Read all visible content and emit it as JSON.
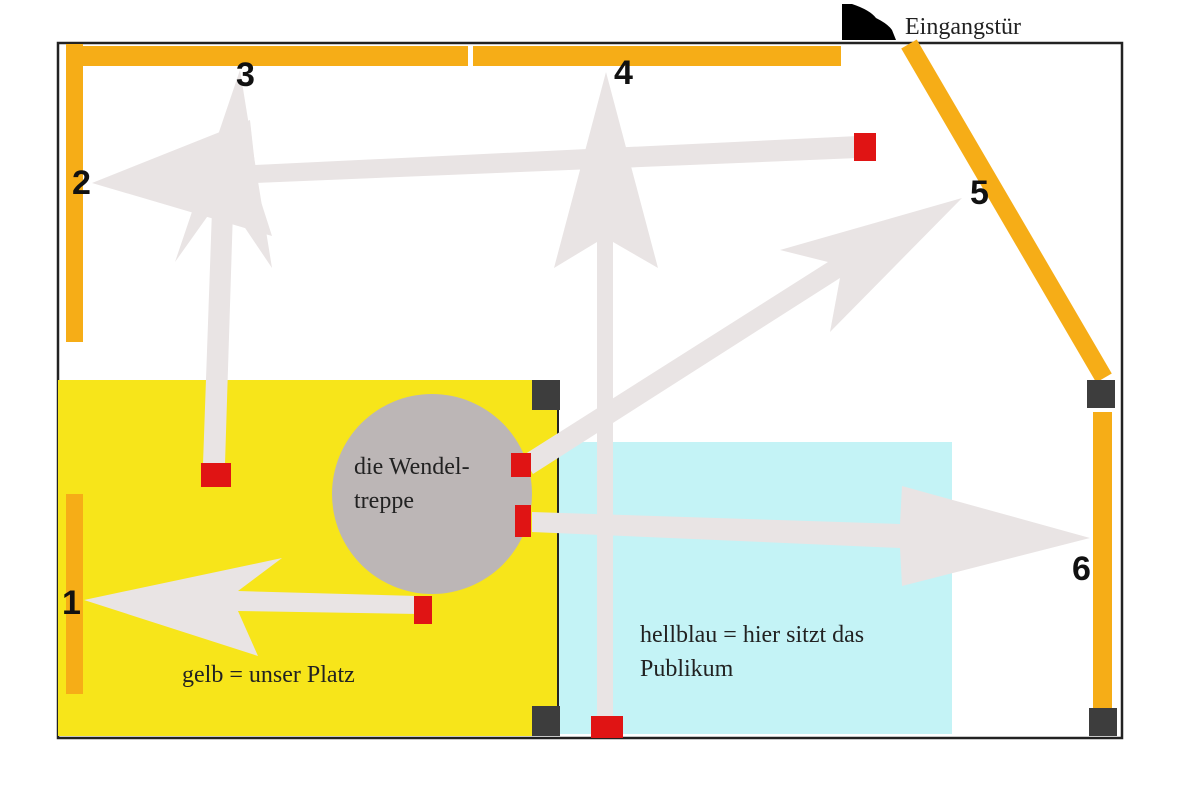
{
  "door_label": "Eingangstür",
  "stair_label_line1": "die Wendel-",
  "stair_label_line2": "treppe",
  "audience_label_line1": "hellblau = hier sitzt das",
  "audience_label_line2": "Publikum",
  "our_place_label": "gelb = unser Platz",
  "wall_numbers": [
    "1",
    "2",
    "3",
    "4",
    "5",
    "6"
  ],
  "colors": {
    "our_area": "#f7e51a",
    "audience_area": "#c4f3f6",
    "wall": "#f6ad17",
    "arrow": "#e9e4e4",
    "spot": "#e01414",
    "stair": "#bcb6b6",
    "pillar": "#3d3d3d"
  }
}
